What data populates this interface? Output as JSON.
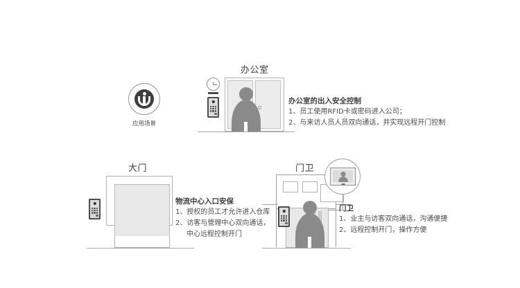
{
  "scenario_badge": {
    "label": "应用场景",
    "icon": "people-shield-icon"
  },
  "scenes": [
    {
      "id": "office",
      "title": "办公室",
      "heading": "办公室的出入安全控制",
      "lines": [
        "1、员工使用RFID卡或密码进入公司；",
        "2、与来访人员人员双向通话，并实现远程开门控制"
      ],
      "icons": [
        "clock-icon",
        "intercom-panel-icon",
        "person-figure-icon",
        "door-icon"
      ]
    },
    {
      "id": "main-gate",
      "title": "大门",
      "heading": "物流中心入口安保",
      "lines": [
        "1、授权的员工才允许进入仓库",
        "2、访客与管理中心双向通话，",
        "中心远程控制开门"
      ],
      "icons": [
        "intercom-panel-icon",
        "gate-icon"
      ]
    },
    {
      "id": "guard-post",
      "title": "门卫",
      "heading": "门卫",
      "lines": [
        "1、业主与访客双向通话，沟通便捷",
        "2、远程控制开门，操作方便"
      ],
      "icons": [
        "intercom-panel-icon",
        "person-figure-icon",
        "monitor-bubble-icon",
        "guard-house-icon"
      ]
    }
  ],
  "colors": {
    "figure_gray": "#8a8a8a",
    "line_gray": "#b0b0b0",
    "panel_fill": "#e9e9e9",
    "badge_dark": "#3e3e3e",
    "text_dark": "#3d3d3d",
    "text_body": "#4a4a4a"
  }
}
